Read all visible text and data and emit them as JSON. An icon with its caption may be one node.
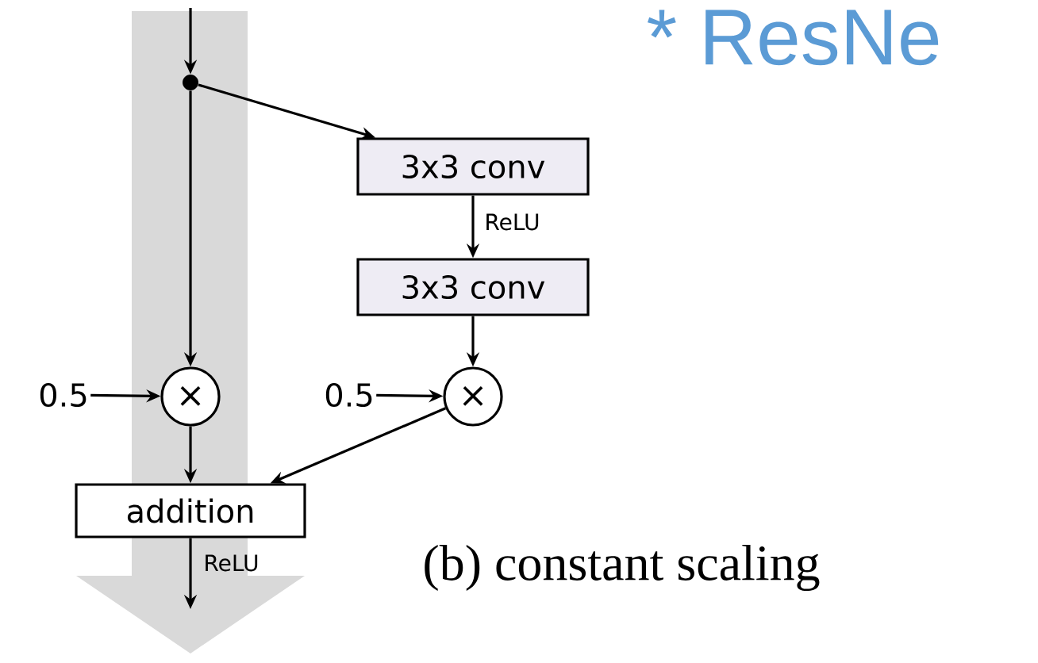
{
  "diagram": {
    "title": "* ResNe",
    "caption": "(b) constant scaling",
    "nodes": [
      {
        "text": [],
        "shape": "circle"
      },
      {
        "text": [
          "3x3 conv"
        ]
      },
      {
        "text": [
          "3x3 conv"
        ]
      },
      {
        "text": [
          "×"
        ]
      },
      {
        "text": [
          "×"
        ]
      },
      {
        "text": [
          "0.5"
        ]
      },
      {
        "text": [
          "0.5"
        ]
      },
      {
        "text": [
          "addition"
        ]
      }
    ],
    "edges": [
      {
        "from": null,
        "to": 0,
        "arrow": "to"
      },
      {
        "from": 0,
        "to": 1,
        "arrow": "to"
      },
      {
        "from": 1,
        "to": 2,
        "arrow": "to",
        "label": "ReLU"
      },
      {
        "from": 2,
        "to": 4,
        "arrow": "to"
      },
      {
        "from": 0,
        "to": 3,
        "arrow": "to"
      },
      {
        "from": 5,
        "to": 3,
        "arrow": "to"
      },
      {
        "from": 6,
        "to": 4,
        "arrow": "to"
      },
      {
        "from": 3,
        "to": 7,
        "arrow": "to"
      },
      {
        "from": 4,
        "to": 7,
        "arrow": "to"
      },
      {
        "from": 7,
        "to": null,
        "arrow": "to",
        "label": "ReLU"
      }
    ]
  }
}
